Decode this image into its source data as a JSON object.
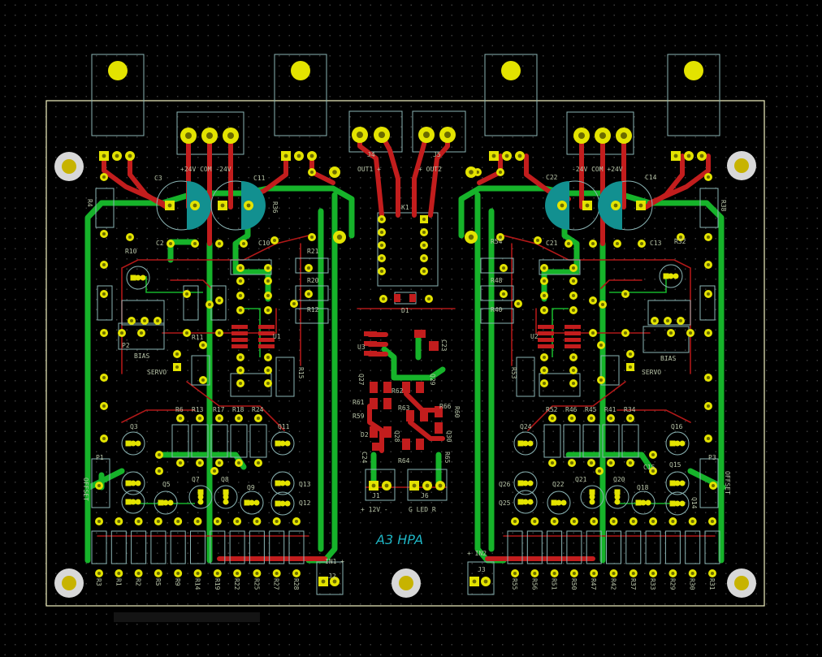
{
  "board": {
    "title": "A3 HPA",
    "colors": {
      "background": "#000000",
      "outline": "#f2f2c0",
      "pad": "#e3e300",
      "front_copper": "#c21d1d",
      "back_copper": "#16b32a",
      "silkscreen": "#b8c4a8",
      "cap_fill": "#129090",
      "title": "#1fb5c4"
    }
  },
  "labels": {
    "pwr_left": "+24V COM -24V",
    "pwr_right": "-24V COM +24V",
    "out_left": "OUT1 +",
    "out_right": "+ OUT2",
    "j4": "J4",
    "j5": "J5",
    "k1": "K1",
    "d1": "D1",
    "u1": "U1",
    "u2": "U2",
    "u3": "U3",
    "bias_left": "BIAS",
    "bias_right": "BIAS",
    "servo_left": "SERVO",
    "servo_right": "SERVO",
    "offset_left": "OFFSET",
    "offset_right": "OFFSET",
    "p1": "P1",
    "p2": "P2",
    "p3": "P3",
    "j1": "J1",
    "j2": "J2",
    "j3": "J3",
    "j6": "J6",
    "j1_pins": "+ 12V -",
    "j6_pins": "G LED R",
    "in1": "IN1 +",
    "in2": "+ IN2",
    "c3": "C3",
    "c11": "C11",
    "c22": "C22",
    "c14": "C14",
    "c2": "C2",
    "c10": "C10",
    "c21": "C21",
    "c13": "C13",
    "c23": "C23",
    "c24": "C24",
    "c15": "C15",
    "q3": "Q3",
    "q11": "Q11",
    "q13": "Q13",
    "q12": "Q12",
    "q5": "Q5",
    "q7": "Q7",
    "q8": "Q8",
    "q9": "Q9",
    "q24": "Q24",
    "q16": "Q16",
    "q15": "Q15",
    "q14": "Q14",
    "q22": "Q22",
    "q21": "Q21",
    "q20": "Q20",
    "q18": "Q18",
    "q26": "Q26",
    "q25": "Q25",
    "q27": "Q27",
    "q28": "Q28",
    "q29": "Q29",
    "q30": "Q30",
    "r4": "R4",
    "r10": "R10",
    "r36": "R36",
    "r32": "R32",
    "r21": "R21",
    "r20": "R20",
    "r12": "R12",
    "r54": "R54",
    "r48": "R48",
    "r40": "R40",
    "r11": "R11",
    "r15": "R15",
    "r38": "R38",
    "r53": "R53",
    "r6": "R6",
    "r13": "R13",
    "r17": "R17",
    "r18": "R18",
    "r24": "R24",
    "r52": "R52",
    "r46": "R46",
    "r45": "R45",
    "r41": "R41",
    "r34": "R34",
    "r61": "R61",
    "r59": "R59",
    "r62": "R62",
    "r63": "R63",
    "r66": "R66",
    "r60": "R60",
    "r64": "R64",
    "r65": "R65",
    "d2": "D2",
    "bottom_left": [
      "R3",
      "R1",
      "R2",
      "R5",
      "R9",
      "R14",
      "R19",
      "R22",
      "R25",
      "R27",
      "R28"
    ],
    "bottom_right": [
      "R55",
      "R56",
      "R51",
      "R50",
      "R47",
      "R42",
      "R37",
      "R33",
      "R29",
      "R30",
      "R31"
    ]
  }
}
